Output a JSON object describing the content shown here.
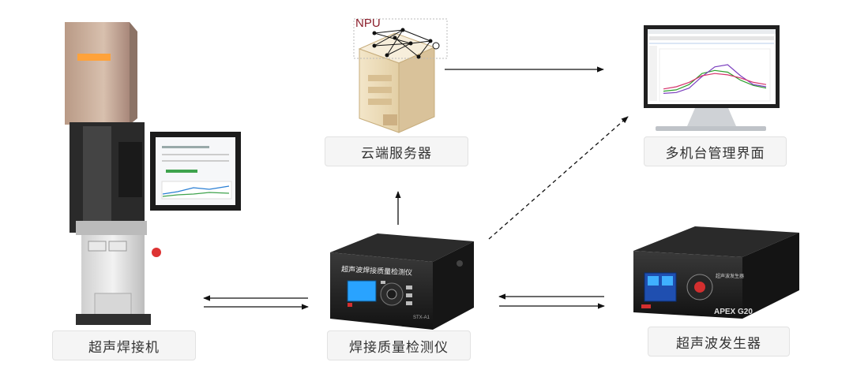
{
  "nodes": {
    "cloud_server": "云端服务器",
    "multi_machine_ui": "多机台管理界面",
    "ultrasonic_welder": "超声焊接机",
    "quality_monitor": "焊接质量检测仪",
    "ultrasonic_generator": "超声波发生器"
  },
  "device_text": {
    "npu_label": "NPU",
    "monitor_panel_title": "超声波焊接质量检测仪",
    "monitor_model": "STX-A1",
    "generator_title": "超声波发生器",
    "generator_model": "APEX G20"
  },
  "chart_data": {
    "type": "line",
    "series": [
      {
        "values": [
          0.15,
          0.18,
          0.3,
          0.55,
          0.62,
          0.58,
          0.4,
          0.28,
          0.22
        ]
      },
      {
        "values": [
          0.1,
          0.12,
          0.22,
          0.48,
          0.7,
          0.75,
          0.5,
          0.3,
          0.25
        ]
      },
      {
        "values": [
          0.2,
          0.25,
          0.35,
          0.5,
          0.55,
          0.52,
          0.45,
          0.35,
          0.3
        ]
      }
    ]
  },
  "colors": {
    "label_bg": "#f5f5f5",
    "label_border": "#e2e2e2",
    "arrow": "#111111",
    "npu_text": "#8b1e2b"
  }
}
